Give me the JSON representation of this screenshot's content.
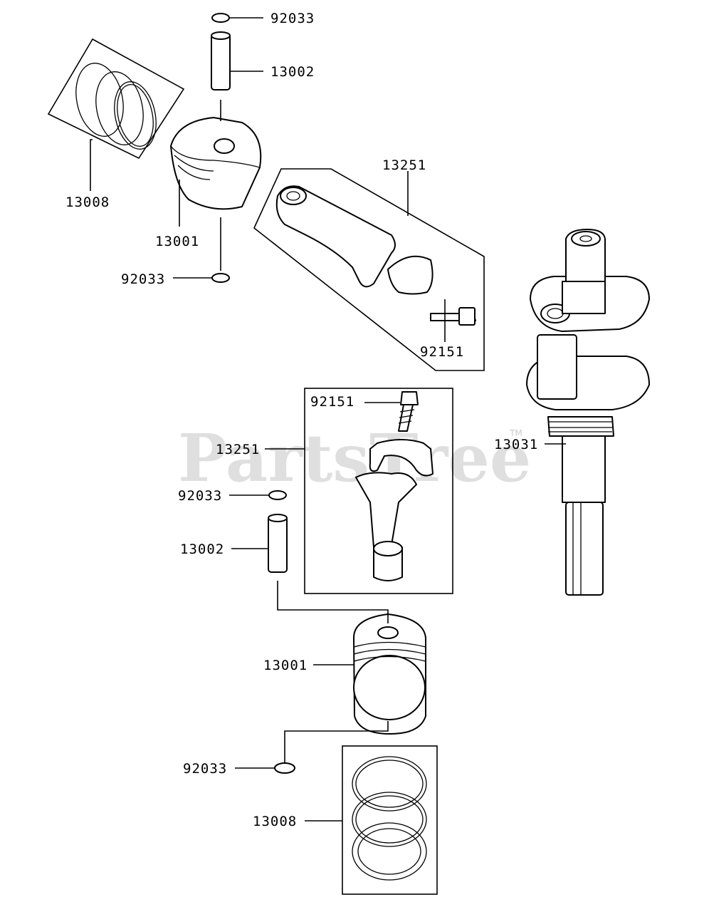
{
  "watermark": {
    "brand": "PartsTree",
    "trademark": "TM"
  },
  "callouts": [
    {
      "id": "c1",
      "part_number": "92033"
    },
    {
      "id": "c2",
      "part_number": "13002"
    },
    {
      "id": "c3",
      "part_number": "13008"
    },
    {
      "id": "c4",
      "part_number": "13001"
    },
    {
      "id": "c5",
      "part_number": "92033"
    },
    {
      "id": "c6",
      "part_number": "13251"
    },
    {
      "id": "c7",
      "part_number": "92151"
    },
    {
      "id": "c8",
      "part_number": "92151"
    },
    {
      "id": "c9",
      "part_number": "13251"
    },
    {
      "id": "c10",
      "part_number": "13031"
    },
    {
      "id": "c11",
      "part_number": "92033"
    },
    {
      "id": "c12",
      "part_number": "13002"
    },
    {
      "id": "c13",
      "part_number": "13001"
    },
    {
      "id": "c14",
      "part_number": "92033"
    },
    {
      "id": "c15",
      "part_number": "13008"
    }
  ]
}
